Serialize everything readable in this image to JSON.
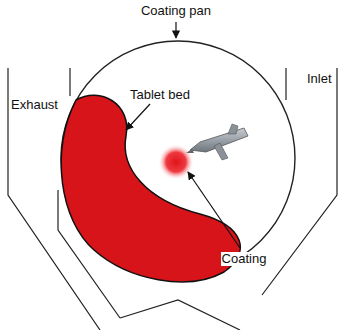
{
  "diagram": {
    "labels": [
      "Coating pan",
      "Exhaust",
      "Tablet bed",
      "Inlet",
      "Coating"
    ]
  }
}
